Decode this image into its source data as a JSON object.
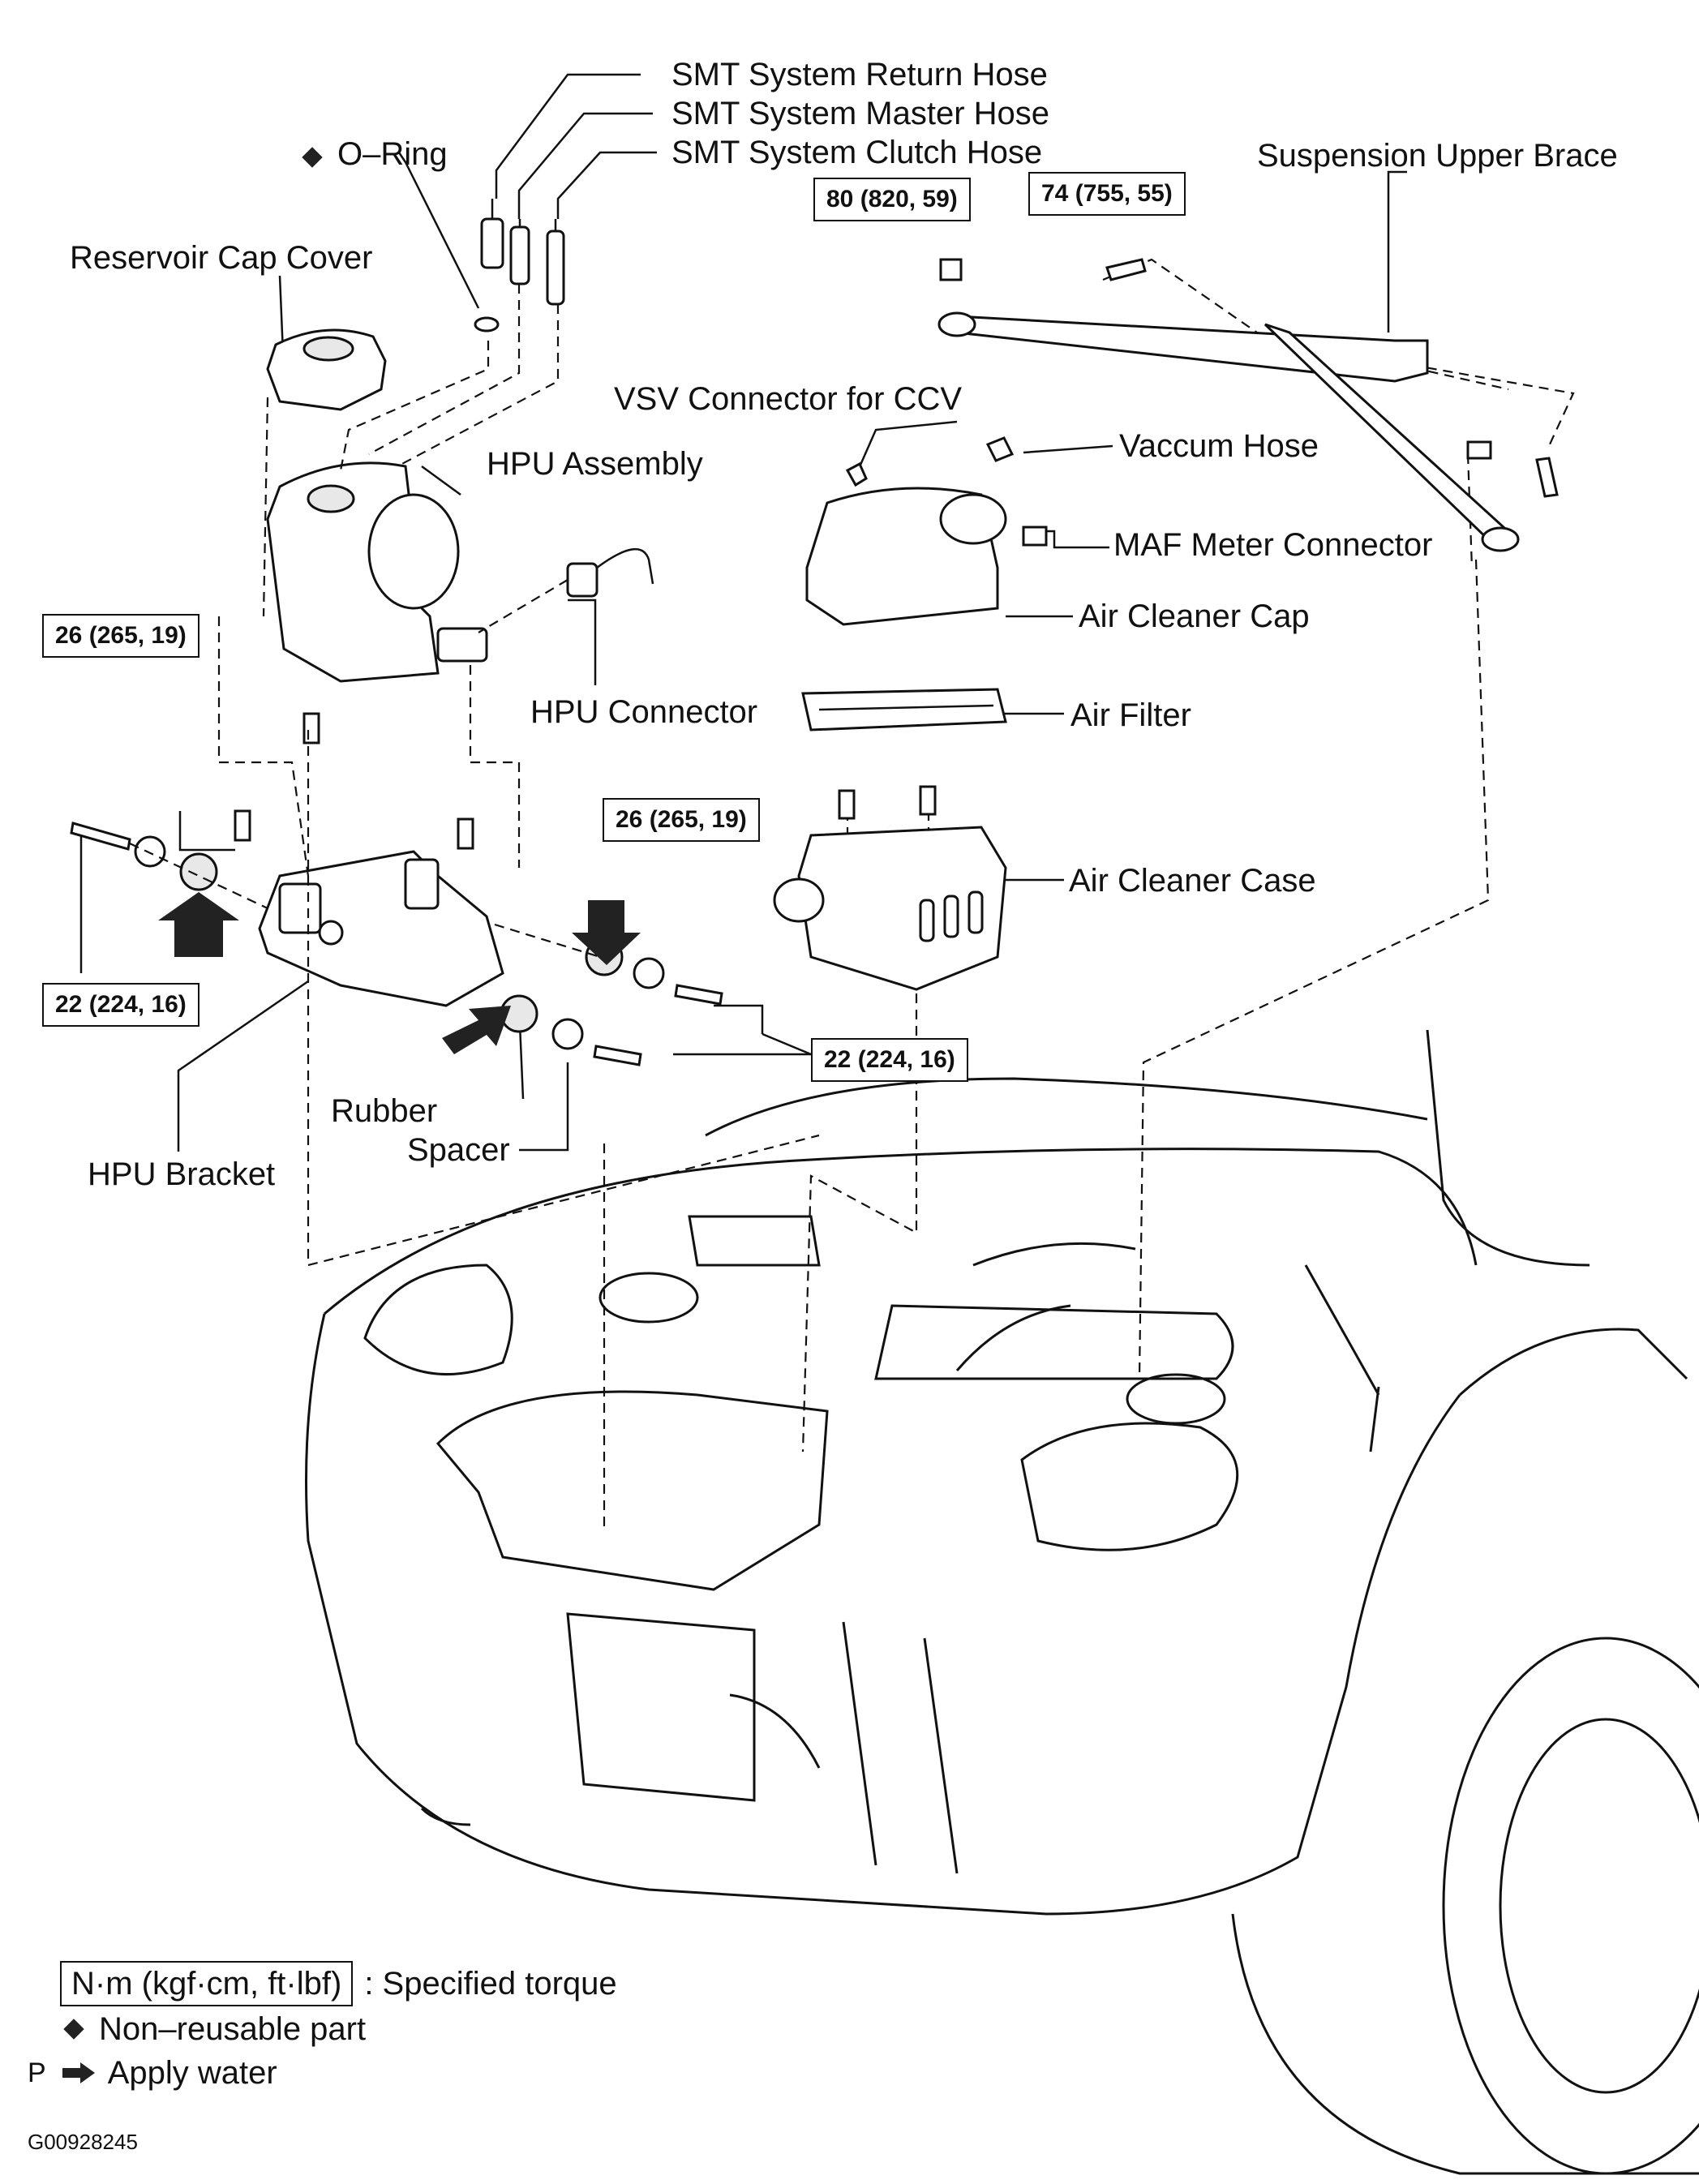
{
  "labels": {
    "smt_return": "SMT System Return Hose",
    "smt_master": "SMT System Master Hose",
    "smt_clutch": "SMT System Clutch Hose",
    "oring": "O–Ring",
    "suspension": "Suspension Upper Brace",
    "reservoir": "Reservoir Cap Cover",
    "vsv": "VSV Connector for CCV",
    "vacuum": "Vaccum Hose",
    "hpu_assembly": "HPU Assembly",
    "maf": "MAF Meter Connector",
    "air_cleaner_cap": "Air Cleaner Cap",
    "hpu_connector": "HPU Connector",
    "air_filter": "Air Filter",
    "air_cleaner_case": "Air Cleaner Case",
    "rubber": "Rubber",
    "spacer": "Spacer",
    "hpu_bracket": "HPU Bracket"
  },
  "torques": {
    "t80": "80 (820, 59)",
    "t74": "74 (755, 55)",
    "t26a": "26 (265, 19)",
    "t26b": "26 (265, 19)",
    "t22a": "22 (224, 16)",
    "t22b": "22 (224, 16)"
  },
  "legend": {
    "torque_unit": "N·m (kgf·cm, ft·lbf)",
    "torque_desc": ": Specified torque",
    "nonreusable": "Non–reusable part",
    "water": "Apply water",
    "p_marker": "P"
  },
  "figure_id": "G00928245",
  "icons": {
    "nonreusable": "filled-diamond-icon",
    "water": "arrow-right-icon",
    "insert_direction": "bold-arrow-icon"
  }
}
